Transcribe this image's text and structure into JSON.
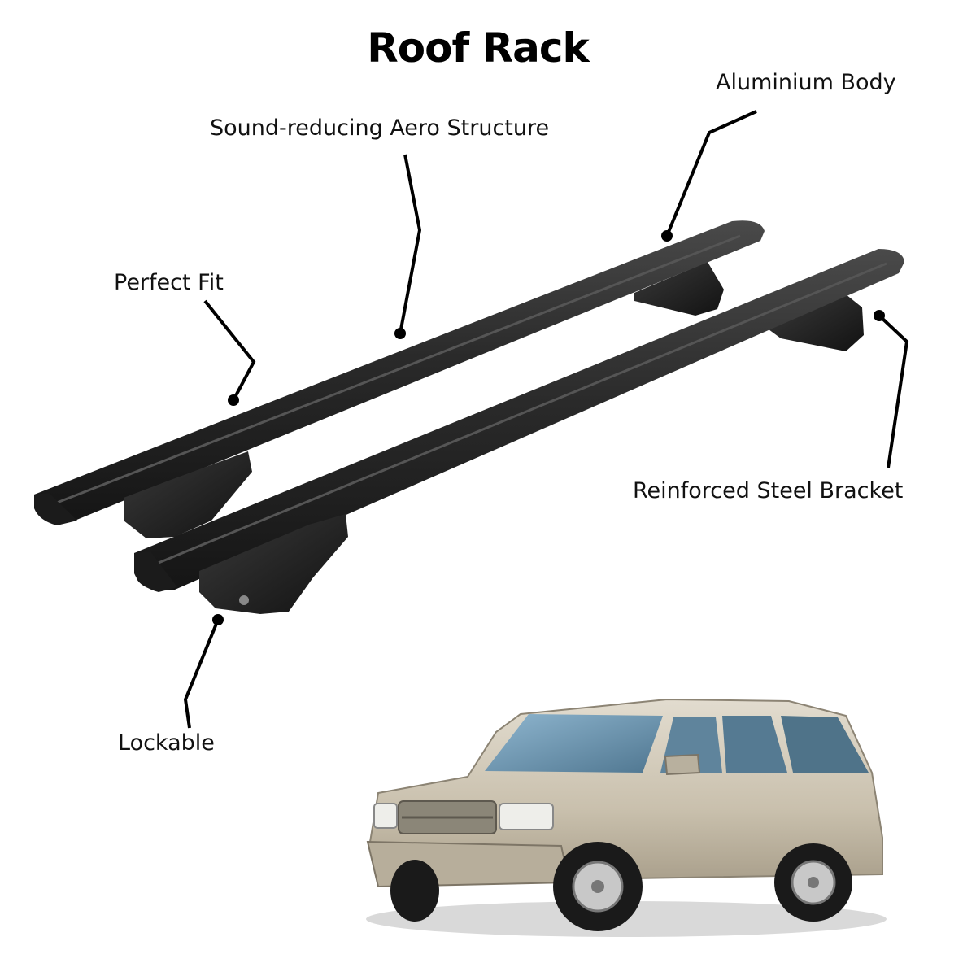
{
  "title": "Roof Rack",
  "callouts": {
    "aluminium_body": "Aluminium Body",
    "aero_structure": "Sound-reducing Aero Structure",
    "perfect_fit": "Perfect Fit",
    "steel_bracket": "Reinforced Steel Bracket",
    "lockable": "Lockable"
  },
  "colors": {
    "bar": "#2a2a2a",
    "leader_line": "#000000",
    "car_body": "#cfc7b6",
    "glass": "#6a93b0"
  }
}
